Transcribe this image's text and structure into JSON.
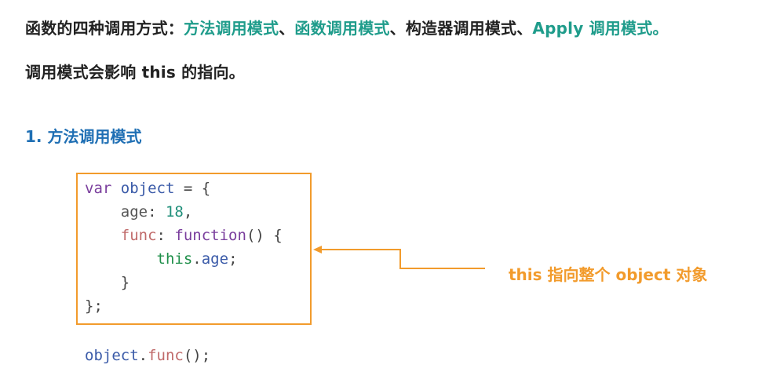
{
  "intro": {
    "prefix": "函数的四种调用方式：",
    "mode1": "方法调用模式",
    "sep1": "、",
    "mode2": "函数调用模式",
    "sep2": "、",
    "mode3_plain": "构造器调用模式、",
    "mode4": "Apply 调用模式。"
  },
  "subline": "调用模式会影响 this 的指向。",
  "section_title": "1. 方法调用模式",
  "code": {
    "l1_kw": "var",
    "l1_id": "object",
    "l1_rest": " = {",
    "l2_prop": "age",
    "l2_colon": ": ",
    "l2_num": "18",
    "l2_comma": ",",
    "l3_prop": "func",
    "l3_colon": ": ",
    "l3_kw": "function",
    "l3_rest": "() {",
    "l4_this": "this",
    "l4_dot": ".",
    "l4_id": "age",
    "l4_semi": ";",
    "l5": "}",
    "l6": "};",
    "call_id": "object",
    "call_dot": ".",
    "call_fn": "func",
    "call_rest": "();"
  },
  "annotation": "this 指向整个 object 对象",
  "colors": {
    "accent_orange": "#f29b2c",
    "highlight_teal": "#1f9c8b",
    "section_blue": "#1f6fb4"
  }
}
